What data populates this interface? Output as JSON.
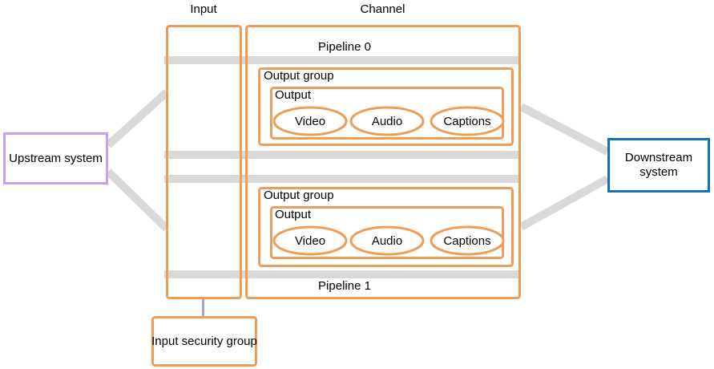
{
  "diagram": {
    "upstream": {
      "label": "Upstream system"
    },
    "input": {
      "label": "Input"
    },
    "input_security_group": {
      "label": "Input security group"
    },
    "channel": {
      "label": "Channel",
      "pipelines": [
        {
          "label": "Pipeline 0",
          "output_group": {
            "label": "Output group",
            "output": {
              "label": "Output",
              "nodes": [
                {
                  "label": "Video"
                },
                {
                  "label": "Audio"
                },
                {
                  "label": "Captions"
                }
              ]
            }
          }
        },
        {
          "label": "Pipeline 1",
          "output_group": {
            "label": "Output group",
            "output": {
              "label": "Output",
              "nodes": [
                {
                  "label": "Video"
                },
                {
                  "label": "Audio"
                },
                {
                  "label": "Captions"
                }
              ]
            }
          }
        }
      ]
    },
    "downstream": {
      "label": "Downstream system"
    }
  },
  "colors": {
    "box_orange": "#EE9D58",
    "box_purple": "#C9A1E9",
    "box_blue": "#1072BA",
    "flow_gray": "#D9D9D9",
    "connector_purple": "#B0A2C6",
    "text": "#000000",
    "background": "#FFFFFF"
  }
}
